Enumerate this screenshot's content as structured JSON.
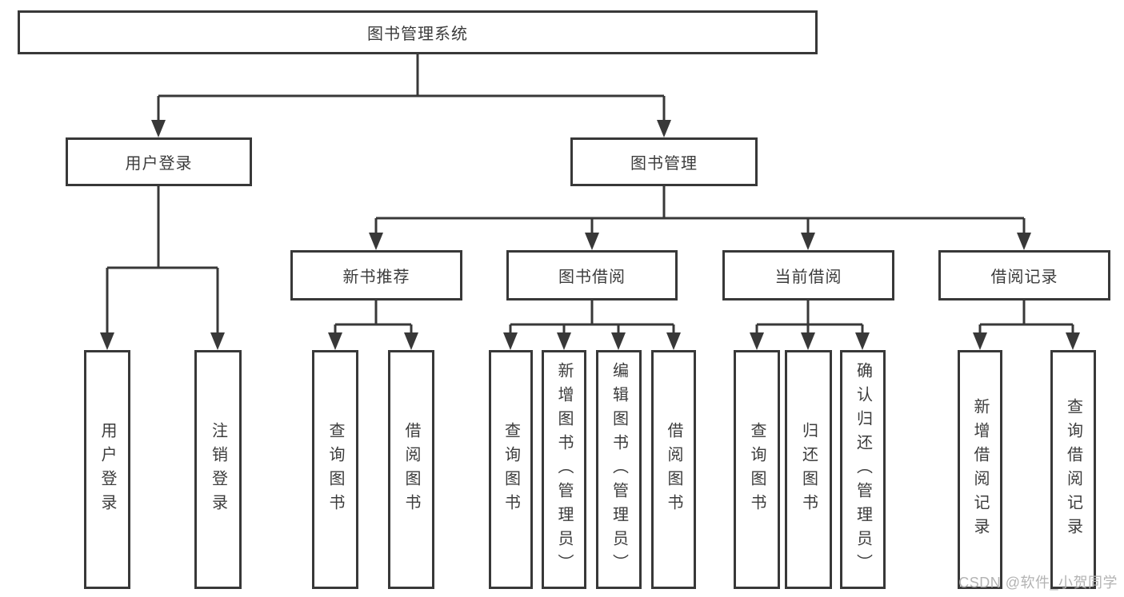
{
  "diagram": {
    "root": {
      "label": "图书管理系统"
    },
    "branches": {
      "user_login": {
        "label": "用户登录",
        "children": {
          "login": {
            "label": "用户登录"
          },
          "logout": {
            "label": "注销登录"
          }
        }
      },
      "book_management": {
        "label": "图书管理",
        "children": {
          "new_books": {
            "label": "新书推荐",
            "children": {
              "query": {
                "label": "查询图书"
              },
              "borrow": {
                "label": "借阅图书"
              }
            }
          },
          "borrowing": {
            "label": "图书借阅",
            "children": {
              "query": {
                "label": "查询图书"
              },
              "add": {
                "label": "新增图书（管理员）"
              },
              "edit": {
                "label": "编辑图书（管理员）"
              },
              "borrow": {
                "label": "借阅图书"
              }
            }
          },
          "current": {
            "label": "当前借阅",
            "children": {
              "query": {
                "label": "查询图书"
              },
              "return": {
                "label": "归还图书"
              },
              "confirm": {
                "label": "确认归还（管理员）"
              }
            }
          },
          "records": {
            "label": "借阅记录",
            "children": {
              "add": {
                "label": "新增借阅记录"
              },
              "query": {
                "label": "查询借阅记录"
              }
            }
          }
        }
      }
    },
    "watermark": "CSDN @软件_小贺同学",
    "colors": {
      "line": "#383838",
      "text": "#3c3c3c",
      "background": "#ffffff",
      "watermark": "#b3b3b3"
    }
  }
}
